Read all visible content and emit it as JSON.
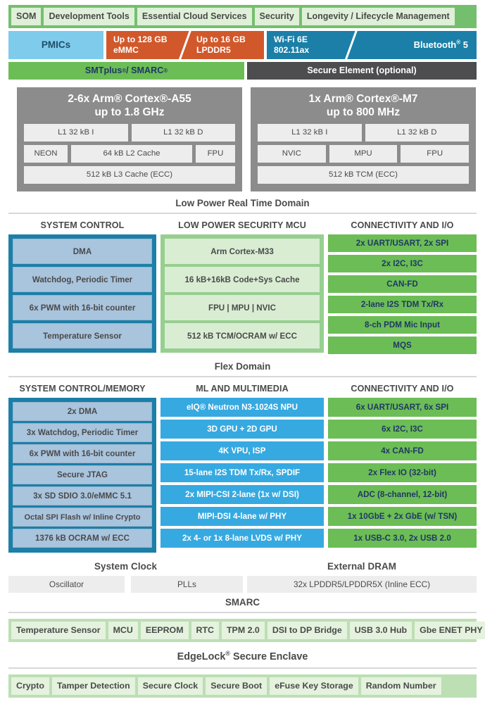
{
  "colors": {
    "som_band": "#74bf6e",
    "som_chip": "#dff0d8",
    "pmics": "#7ecbec",
    "memory": "#d1582b",
    "wireless": "#1b7fa8",
    "smtplus": "#6cbd56",
    "secure_element": "#4d4d4f",
    "core_block": "#8c8c8c",
    "core_cell": "#ededed",
    "system_control_border": "#1b7fa8",
    "system_control_item": "#a9c4dd",
    "security_mcu_border": "#96cf8f",
    "security_mcu_item": "#d9edd3",
    "connectivity_item": "#6cbd56",
    "multimedia_item": "#36a9e1",
    "grey_chip": "#ededed",
    "bottom_band": "#bcdfb4",
    "bottom_chip": "#e4f2de"
  },
  "som_row": {
    "items": [
      {
        "label": "SOM"
      },
      {
        "label": "Development Tools"
      },
      {
        "label": "Essential Cloud Services"
      },
      {
        "label": "Security"
      },
      {
        "label": "Longevity / Lifecycle Management"
      }
    ]
  },
  "memory_wireless_row": {
    "pmics": "PMICs",
    "memory": {
      "left_line1": "Up to 128 GB",
      "left_line2": "eMMC",
      "right_line1": "Up to 16 GB",
      "right_line2": "LPDDR5"
    },
    "wireless": {
      "left_line1": "Wi-Fi 6E",
      "left_line2": "802.11ax",
      "right": "Bluetooth",
      "right_sup": "®",
      "right_tail": " 5"
    }
  },
  "module_row": {
    "smtplus": "SMTplus",
    "smtplus_sup": "®",
    "smtplus_tail": " / SMARC",
    "smtplus_tail_sup": "®",
    "secure_element": "Secure Element (optional)"
  },
  "cores": {
    "a55": {
      "title_line1": "2-6x Arm® Cortex®-A55",
      "title_line2": "up to 1.8 GHz",
      "rows": [
        [
          "L1 32 kB I",
          "L1 32 kB D"
        ],
        [
          "NEON",
          "64 kB L2 Cache",
          "FPU"
        ],
        [
          "512 kB L3 Cache (ECC)"
        ]
      ]
    },
    "m7": {
      "title_line1": "1x Arm® Cortex®-M7",
      "title_line2": "up to 800 MHz",
      "rows": [
        [
          "L1 32 kB I",
          "L1 32 kB D"
        ],
        [
          "NVIC",
          "MPU",
          "FPU"
        ],
        [
          "512 kB TCM (ECC)"
        ]
      ]
    }
  },
  "domains": {
    "low_power_real_time": "Low Power Real Time Domain",
    "flex": "Flex Domain",
    "smarc": "SMARC",
    "edgelock": "EdgeLock",
    "edgelock_sup": "®",
    "edgelock_tail": " Secure Enclave"
  },
  "lp_section": {
    "system_control": {
      "header": "SYSTEM CONTROL",
      "items": [
        "DMA",
        "Watchdog, Periodic Timer",
        "6x PWM with 16-bit counter",
        "Temperature Sensor"
      ]
    },
    "security_mcu": {
      "header": "LOW POWER SECURITY MCU",
      "items": [
        "Arm Cortex-M33",
        "16 kB+16kB Code+Sys Cache",
        "FPU | MPU | NVIC",
        "512 kB TCM/OCRAM w/ ECC"
      ]
    },
    "connectivity": {
      "header": "CONNECTIVITY AND I/O",
      "items": [
        "2x UART/USART, 2x SPI",
        "2x I2C, I3C",
        "CAN-FD",
        "2-lane I2S TDM Tx/Rx",
        "8-ch PDM Mic Input",
        "MQS"
      ]
    }
  },
  "flex_section": {
    "system_control_memory": {
      "header": "SYSTEM CONTROL/MEMORY",
      "items": [
        "2x DMA",
        "3x Watchdog, Periodic Timer",
        "6x PWM with 16-bit counter",
        "Secure JTAG",
        "3x SD SDIO 3.0/eMMC 5.1",
        "Octal SPI Flash w/ Inline Crypto",
        "1376 kB OCRAM w/ ECC"
      ]
    },
    "ml_multimedia": {
      "header": "ML AND MULTIMEDIA",
      "items": [
        "eIQ® Neutron N3-1024S NPU",
        "3D GPU + 2D GPU",
        "4K VPU, ISP",
        "15-lane I2S TDM Tx/Rx, SPDIF",
        "2x MIPI-CSI 2-lane (1x w/ DSI)",
        "MIPI-DSI 4-lane w/ PHY",
        "2x 4- or 1x 8-lane LVDS w/ PHY"
      ]
    },
    "connectivity": {
      "header": "CONNECTIVITY AND I/O",
      "items": [
        "6x UART/USART, 6x SPI",
        "6x I2C, I3C",
        "4x CAN-FD",
        "2x Flex IO (32-bit)",
        "ADC (8-channel, 12-bit)",
        "1x 10GbE + 2x GbE (w/ TSN)",
        "1x USB-C 3.0, 2x USB 2.0"
      ]
    }
  },
  "clock_dram": {
    "system_clock_header": "System Clock",
    "external_dram_header": "External DRAM",
    "oscillator": "Oscillator",
    "plls": "PLLs",
    "dram": "32x LPDDR5/LPDDR5X (Inline ECC)"
  },
  "smarc_band": {
    "items": [
      "Temperature Sensor",
      "MCU",
      "EEPROM",
      "RTC",
      "TPM 2.0",
      "DSI to DP Bridge",
      "USB 3.0 Hub",
      "Gbe ENET PHY"
    ]
  },
  "edgelock_band": {
    "items": [
      "Crypto",
      "Tamper Detection",
      "Secure Clock",
      "Secure Boot",
      "eFuse Key Storage",
      "Random Number"
    ]
  }
}
